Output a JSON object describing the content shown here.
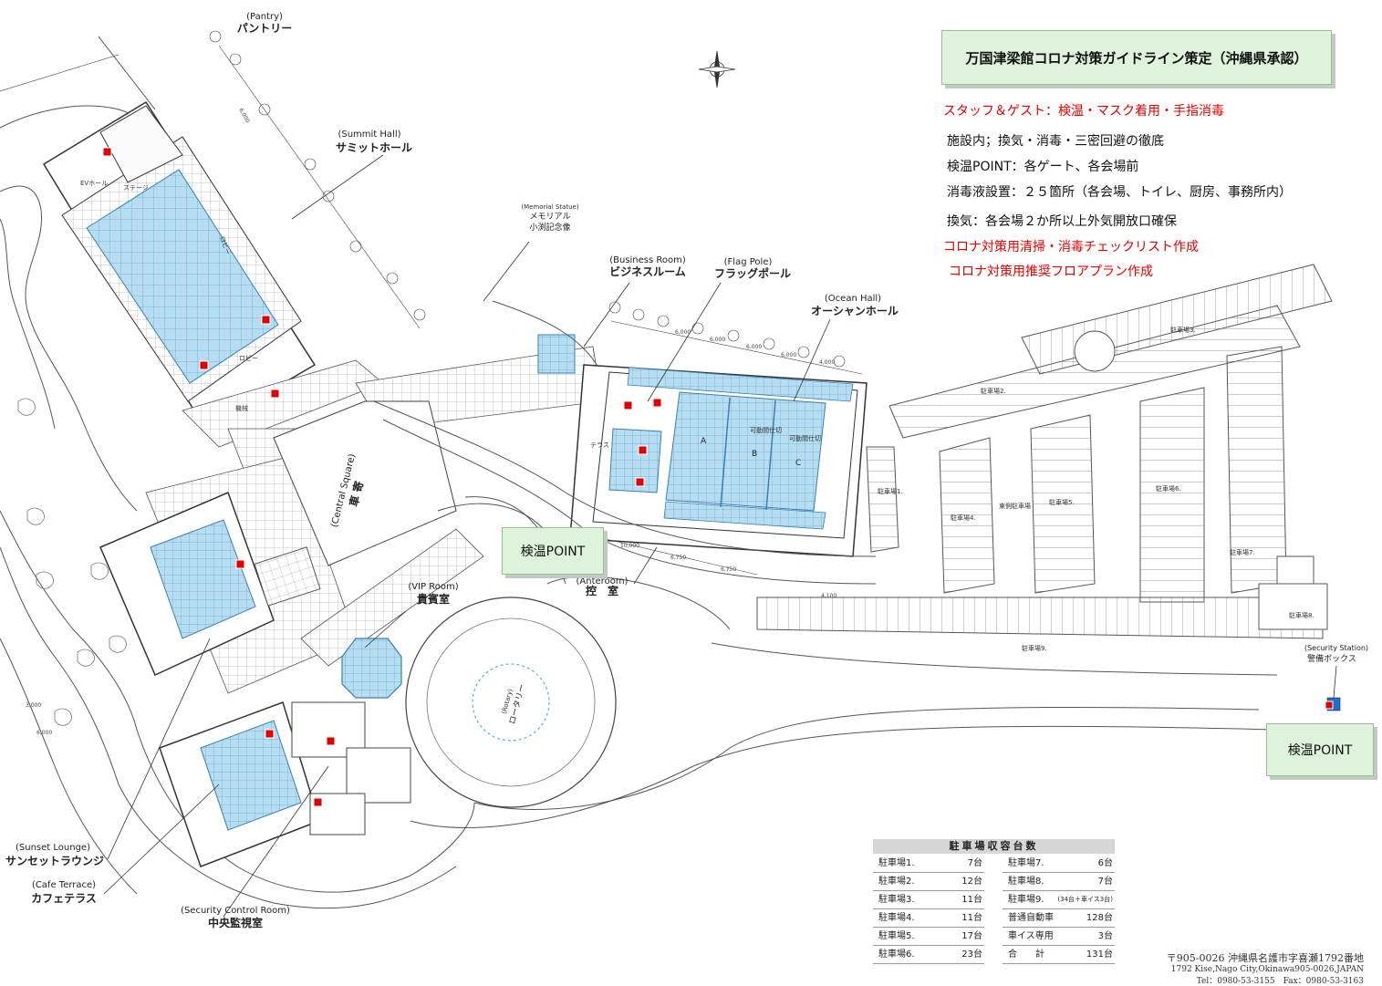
{
  "guideline": {
    "title": "万国津梁館コロナ対策ガイドライン策定（沖縄県承認）",
    "lines": [
      {
        "text": "スタッフ＆ゲスト：検温・マスク着用・手指消毒",
        "color": "red"
      },
      {
        "text": "施設内；換気・消毒・三密回避の徹底",
        "color": "black"
      },
      {
        "text": "検温POINT：各ゲート、各会場前",
        "color": "black"
      },
      {
        "text": "消毒液設置：２５箇所（各会場、トイレ、厨房、事務所内）",
        "color": "black"
      },
      {
        "text": "換気：各会場２か所以上外気開放口確保",
        "color": "black"
      },
      {
        "text": "コロナ対策用清掃・消毒チェックリスト作成",
        "color": "red"
      },
      {
        "text": "コロナ対策用推奨フロアプラン作成",
        "color": "red"
      }
    ]
  },
  "checkpoints": [
    {
      "label": "検温POINT"
    },
    {
      "label": "検温POINT"
    }
  ],
  "labels": {
    "pantry": {
      "en": "(Pantry)",
      "jp": "パントリー"
    },
    "summit_hall": {
      "en": "(Summit Hall)",
      "jp": "サミットホール"
    },
    "memorial": {
      "en": "(Memorial Statue)",
      "jp1": "メモリアル",
      "jp2": "小渕記念像"
    },
    "business_room": {
      "en": "(Business Room)",
      "jp": "ビジネスルーム"
    },
    "flag_pole": {
      "en": "(Flag Pole)",
      "jp": "フラッグポール"
    },
    "ocean_hall": {
      "en": "(Ocean Hall)",
      "jp": "オーシャンホール"
    },
    "central_square": {
      "en": "(Central Square)",
      "jp": "車 寄"
    },
    "vip_room": {
      "en": "(VIP Room)",
      "jp": "貴賓室"
    },
    "anteroom": {
      "en": "(Anteroom)",
      "jp": "控　室"
    },
    "rotary": {
      "en": "(Rotary)",
      "jp": "ロータリー"
    },
    "security_station": {
      "en": "(Security Station)",
      "jp": "警備ボックス"
    },
    "sunset_lounge": {
      "en": "(Sunset Lounge)",
      "jp": "サンセットラウンジ"
    },
    "cafe_terrace": {
      "en": "(Cafe Terrace)",
      "jp": "カフェテラス"
    },
    "security_control": {
      "en": "(Security Control Room)",
      "jp": "中央監視室"
    }
  },
  "interior": {
    "stage": "ステージ",
    "ev_hall": "EVホール",
    "lobby": "ロビー",
    "lobby_side": "ロビー",
    "ocean_a": "A",
    "ocean_b": "B",
    "ocean_c": "C",
    "movable": "可動間仕切",
    "terrace": "テラス",
    "east_parking": "東側駐車場",
    "engine": "機械"
  },
  "parking_lots": {
    "p1": "駐車場1.",
    "p2": "駐車場2.",
    "p3": "駐車場3.",
    "p4": "駐車場4.",
    "p5": "駐車場5.",
    "p6": "駐車場6.",
    "p7": "駐車場7.",
    "p8": "駐車場8.",
    "p9": "駐車場9."
  },
  "capacity": {
    "title": "駐車場収容台数",
    "left": [
      {
        "name": "駐車場1.",
        "value": "7台"
      },
      {
        "name": "駐車場2.",
        "value": "12台"
      },
      {
        "name": "駐車場3.",
        "value": "11台"
      },
      {
        "name": "駐車場4.",
        "value": "11台"
      },
      {
        "name": "駐車場5.",
        "value": "17台"
      },
      {
        "name": "駐車場6.",
        "value": "23台"
      }
    ],
    "right": [
      {
        "name": "駐車場7.",
        "value": "6台"
      },
      {
        "name": "駐車場8.",
        "value": "7台"
      },
      {
        "name": "駐車場9.",
        "value": "(34台＋車イス3台)"
      },
      {
        "name": "普通自動車",
        "value": "128台"
      },
      {
        "name": "車イス専用",
        "value": "3台"
      },
      {
        "name": "合　　計",
        "value": "131台"
      }
    ]
  },
  "address": {
    "jp": "〒905-0026 沖縄県名護市字喜瀬1792番地",
    "en": "1792 Kise,Nago City,Okinawa905-0026,JAPAN",
    "tel": "Tel：0980-53-3155　Fax：0980-53-3163"
  },
  "dimensions": {
    "d4000": "4,000",
    "d6000": "6,000",
    "d10000": "10,000",
    "d6750": "6,750",
    "d4100": "4,100",
    "d3000": "3,000"
  },
  "colors": {
    "pool_blue": "#b8dcf0",
    "grid_blue": "#5ab0e0",
    "guide_green": "#dff3dc",
    "marker_red": "#e00000"
  }
}
